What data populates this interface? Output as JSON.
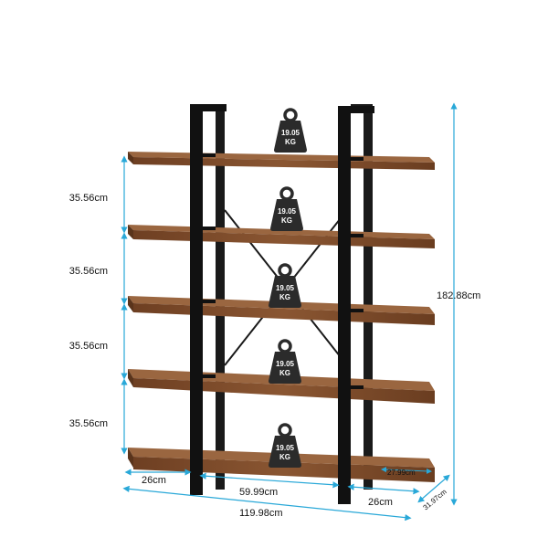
{
  "colors": {
    "wood": "#7a4a2a",
    "wood_edge": "#5a341b",
    "frame": "#1a1a1a",
    "dimension_line": "#29a8d8",
    "weight_icon": "#2b2b2b"
  },
  "dimensions": {
    "shelf_spacing": [
      "35.56cm",
      "35.56cm",
      "35.56cm",
      "35.56cm"
    ],
    "total_height": "182.88cm",
    "left_overhang": "26cm",
    "inner_width": "59.99cm",
    "right_overhang": "26cm",
    "total_width": "119.98cm",
    "shelf_depth": "27.99cm",
    "total_depth": "31.97cm"
  },
  "weight_capacity": {
    "value": "19.05",
    "unit": "KG",
    "icon": "weight-icon",
    "count": 5
  }
}
